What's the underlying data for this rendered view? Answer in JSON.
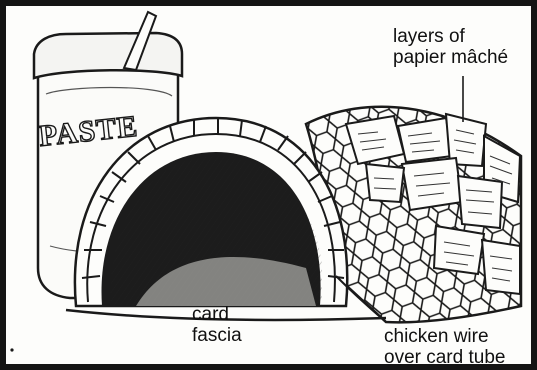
{
  "jar": {
    "label": "PASTE"
  },
  "labels": {
    "papier_mache": "layers of\npapier mâché",
    "card_fascia": "card\nfascia",
    "chicken_wire": "chicken wire\nover card tube"
  },
  "colors": {
    "ink": "#111111",
    "paper": "#fdfdfb",
    "border": "#141414"
  }
}
